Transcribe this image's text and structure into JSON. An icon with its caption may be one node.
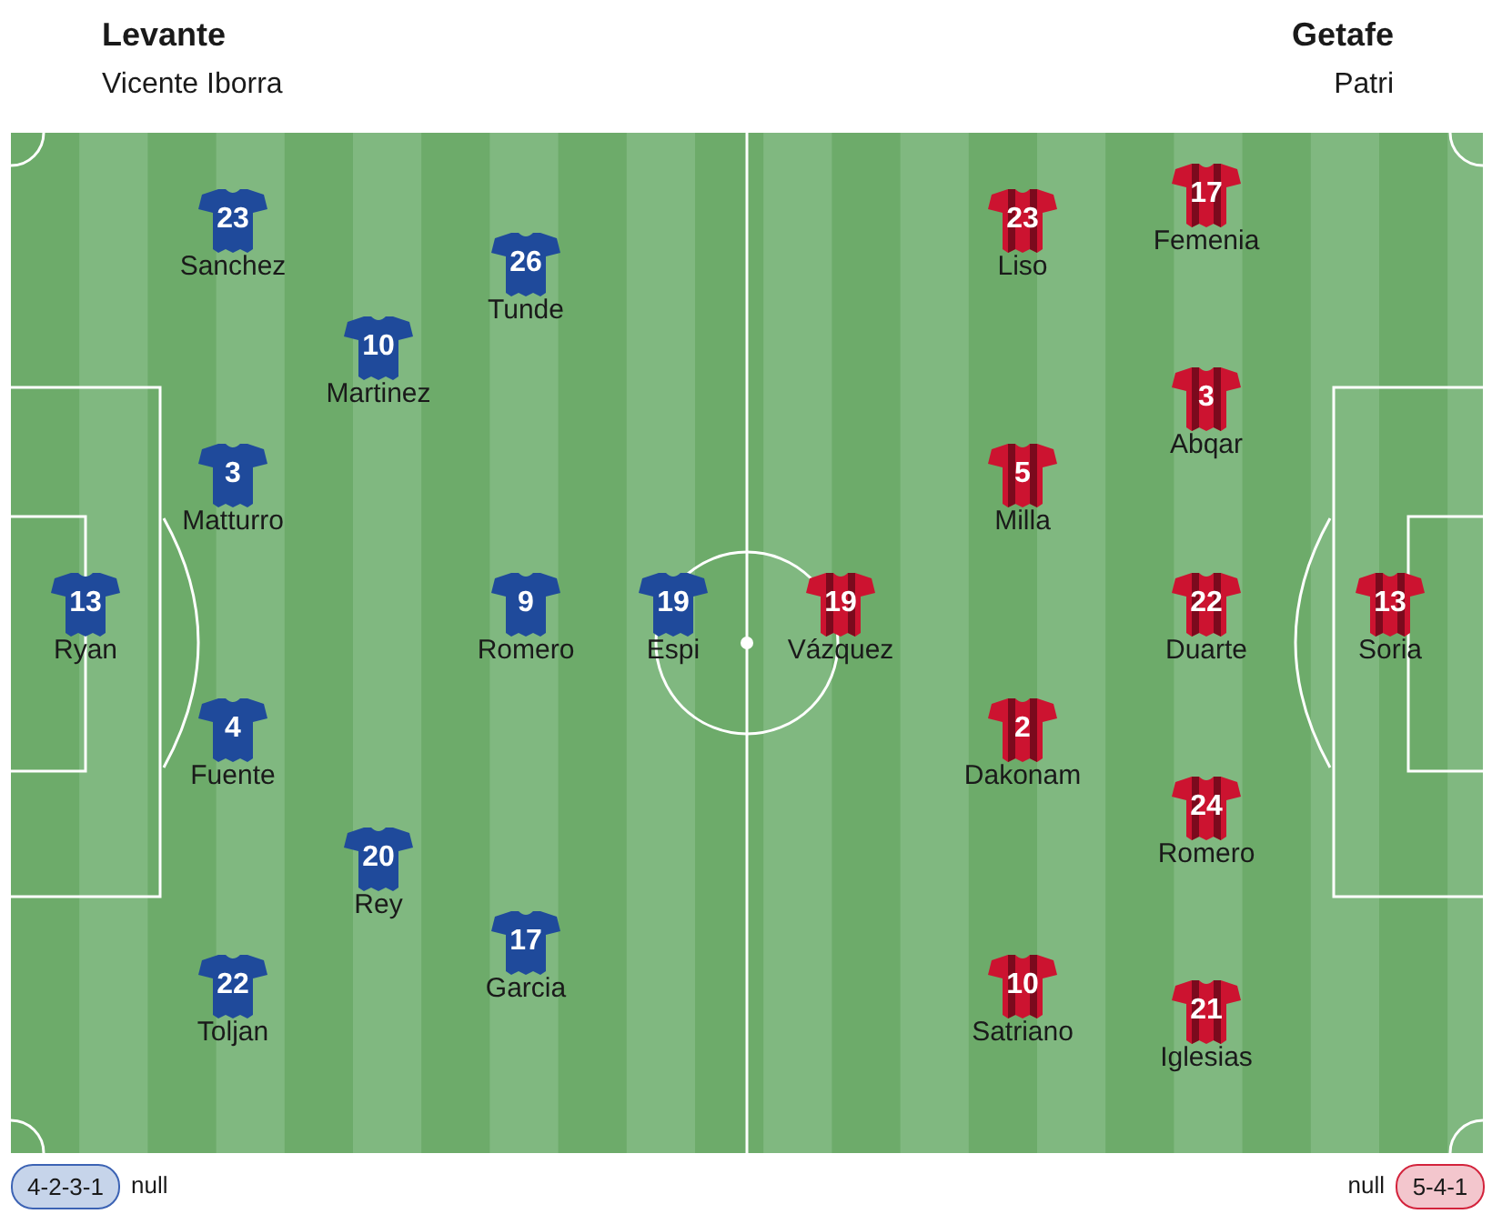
{
  "diagram": {
    "nodes": [
      {
        "text": [
          "13"
        ],
        "beside": [
          "Ryan"
        ]
      },
      {
        "text": [
          "23"
        ],
        "beside": [
          "Sanchez"
        ]
      },
      {
        "text": [
          "3"
        ],
        "beside": [
          "Matturro"
        ]
      },
      {
        "text": [
          "4"
        ],
        "beside": [
          "Fuente"
        ]
      },
      {
        "text": [
          "22"
        ],
        "beside": [
          "Toljan"
        ]
      },
      {
        "text": [
          "10"
        ],
        "beside": [
          "Martinez"
        ]
      },
      {
        "text": [
          "20"
        ],
        "beside": [
          "Rey"
        ]
      },
      {
        "text": [
          "26"
        ],
        "beside": [
          "Tunde"
        ]
      },
      {
        "text": [
          "9"
        ],
        "beside": [
          "Romero"
        ]
      },
      {
        "text": [
          "17"
        ],
        "beside": [
          "Garcia"
        ]
      },
      {
        "text": [
          "19"
        ],
        "beside": [
          "Espi"
        ]
      },
      {
        "text": [
          "19"
        ],
        "beside": [
          "Vázquez"
        ]
      },
      {
        "text": [
          "23"
        ],
        "beside": [
          "Liso"
        ]
      },
      {
        "text": [
          "5"
        ],
        "beside": [
          "Milla"
        ]
      },
      {
        "text": [
          "2"
        ],
        "beside": [
          "Dakonam"
        ]
      },
      {
        "text": [
          "10"
        ],
        "beside": [
          "Satriano"
        ]
      },
      {
        "text": [
          "17"
        ],
        "beside": [
          "Femenia"
        ]
      },
      {
        "text": [
          "3"
        ],
        "beside": [
          "Abqar"
        ]
      },
      {
        "text": [
          "22"
        ],
        "beside": [
          "Duarte"
        ]
      },
      {
        "text": [
          "24"
        ],
        "beside": [
          "Romero"
        ]
      },
      {
        "text": [
          "21"
        ],
        "beside": [
          "Iglesias"
        ]
      },
      {
        "text": [
          "13"
        ],
        "beside": [
          "Soria"
        ]
      },
      {
        "text": [
          "4-2-3-1"
        ],
        "beside": [
          "null"
        ]
      },
      {
        "text": [
          "5-4-1"
        ],
        "beside": [
          "null"
        ]
      }
    ],
    "labels": [
      "Levante",
      "Getafe",
      "Vicente Iborra",
      "Patri"
    ]
  }
}
